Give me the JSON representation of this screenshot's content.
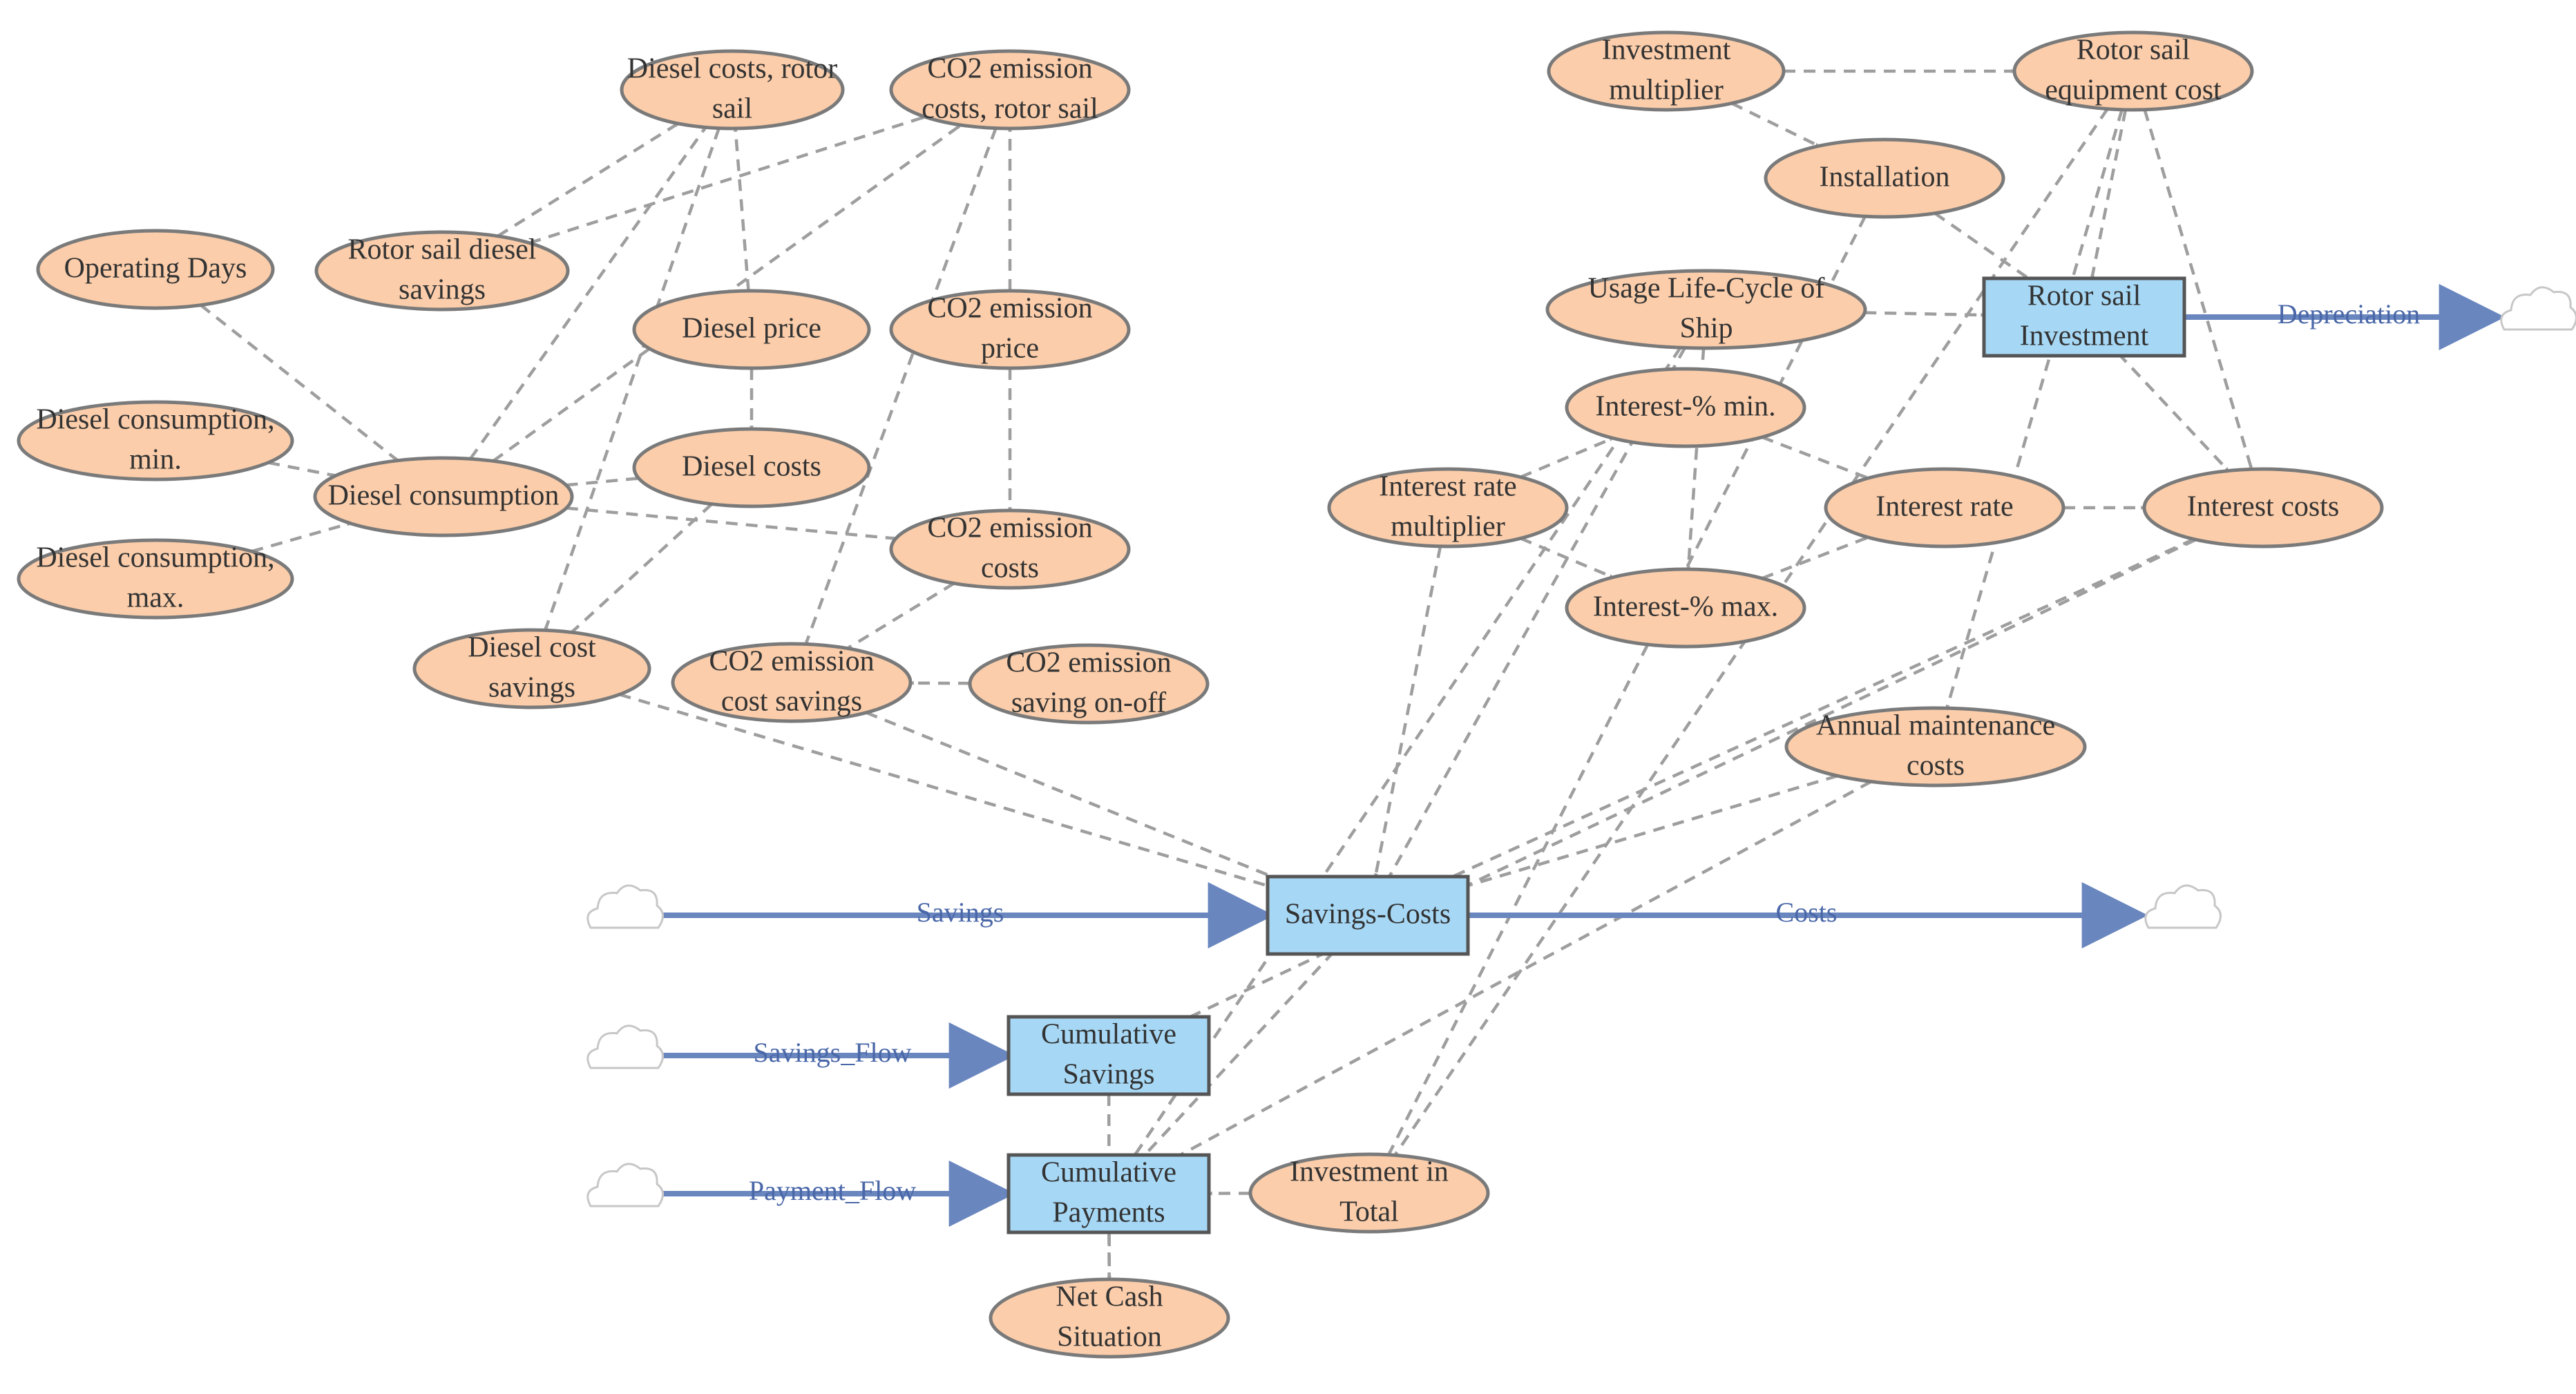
{
  "colors": {
    "variable_fill": "#fbcdaa",
    "stock_fill": "#a6d8f6",
    "flow_line": "#6a86bf",
    "flow_label": "#4a67a8",
    "link_line": "#9e9e9e",
    "cloud_stroke": "#c7c7c7"
  },
  "icons": {
    "source_sink": "cloud-icon"
  },
  "variables": {
    "diesel_costs_rotor_sail": [
      "Diesel costs, rotor",
      "sail"
    ],
    "co2_costs_rotor_sail": [
      "CO2 emission",
      "costs, rotor sail"
    ],
    "operating_days": [
      "Operating Days"
    ],
    "rotor_sail_diesel_savings": [
      "Rotor sail diesel",
      "savings"
    ],
    "diesel_price": [
      "Diesel price"
    ],
    "co2_price": [
      "CO2 emission",
      "price"
    ],
    "diesel_consumption_min": [
      "Diesel consumption,",
      "min."
    ],
    "diesel_consumption": [
      "Diesel consumption"
    ],
    "diesel_costs": [
      "Diesel costs"
    ],
    "diesel_consumption_max": [
      "Diesel consumption,",
      "max."
    ],
    "co2_costs": [
      "CO2 emission",
      "costs"
    ],
    "diesel_cost_savings": [
      "Diesel cost",
      "savings"
    ],
    "co2_cost_savings": [
      "CO2 emission",
      "cost savings"
    ],
    "co2_saving_onoff": [
      "CO2 emission",
      "saving on-off"
    ],
    "investment_multiplier": [
      "Investment",
      "multiplier"
    ],
    "rotor_sail_equipment_cost": [
      "Rotor sail",
      "equipment cost"
    ],
    "installation": [
      "Installation"
    ],
    "usage_life_cycle": [
      "Usage Life-Cycle of",
      "Ship"
    ],
    "interest_min": [
      "Interest-% min."
    ],
    "interest_rate_multiplier": [
      "Interest rate",
      "multiplier"
    ],
    "interest_rate": [
      "Interest rate"
    ],
    "interest_costs": [
      "Interest costs"
    ],
    "interest_max": [
      "Interest-% max."
    ],
    "annual_maintenance": [
      "Annual maintenance",
      "costs"
    ],
    "investment_total": [
      "Investment in",
      "Total"
    ],
    "net_cash": [
      "Net Cash",
      "Situation"
    ]
  },
  "stocks": {
    "rotor_sail_investment": [
      "Rotor sail",
      "Investment"
    ],
    "savings_costs": [
      "Savings-Costs"
    ],
    "cumulative_savings": [
      "Cumulative",
      "Savings"
    ],
    "cumulative_payments": [
      "Cumulative",
      "Payments"
    ]
  },
  "flows": {
    "depreciation": "Depreciation",
    "savings": "Savings",
    "costs": "Costs",
    "savings_flow": "Savings_Flow",
    "payment_flow": "Payment_Flow"
  }
}
